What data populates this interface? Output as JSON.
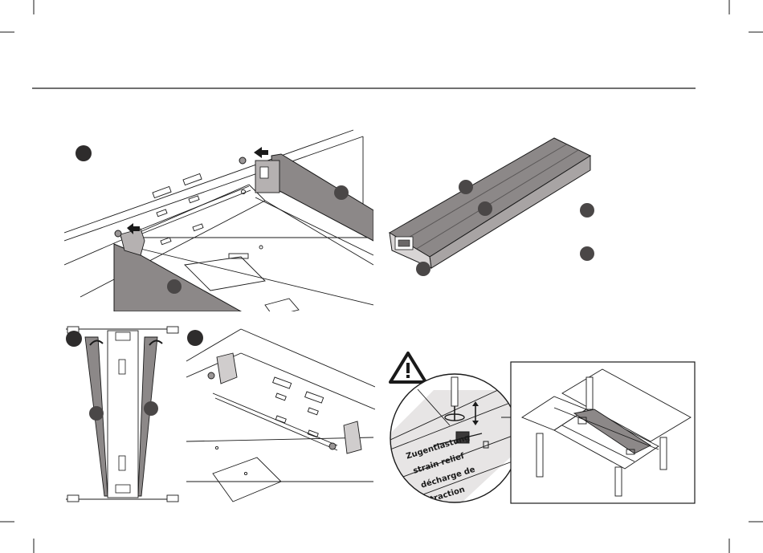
{
  "document": {
    "type": "assembly-instructions-page"
  },
  "callout": {
    "labels": [
      "Zugentlastung",
      "strain relief",
      "décharge de",
      "traction"
    ]
  },
  "colors": {
    "line": "#1a1a1a",
    "panel_fill": "#8c8888",
    "badge_fill": "#4a4747",
    "background": "#ffffff"
  },
  "icons": [
    "warning-icon",
    "arrow-icon",
    "screwdriver-icon"
  ]
}
